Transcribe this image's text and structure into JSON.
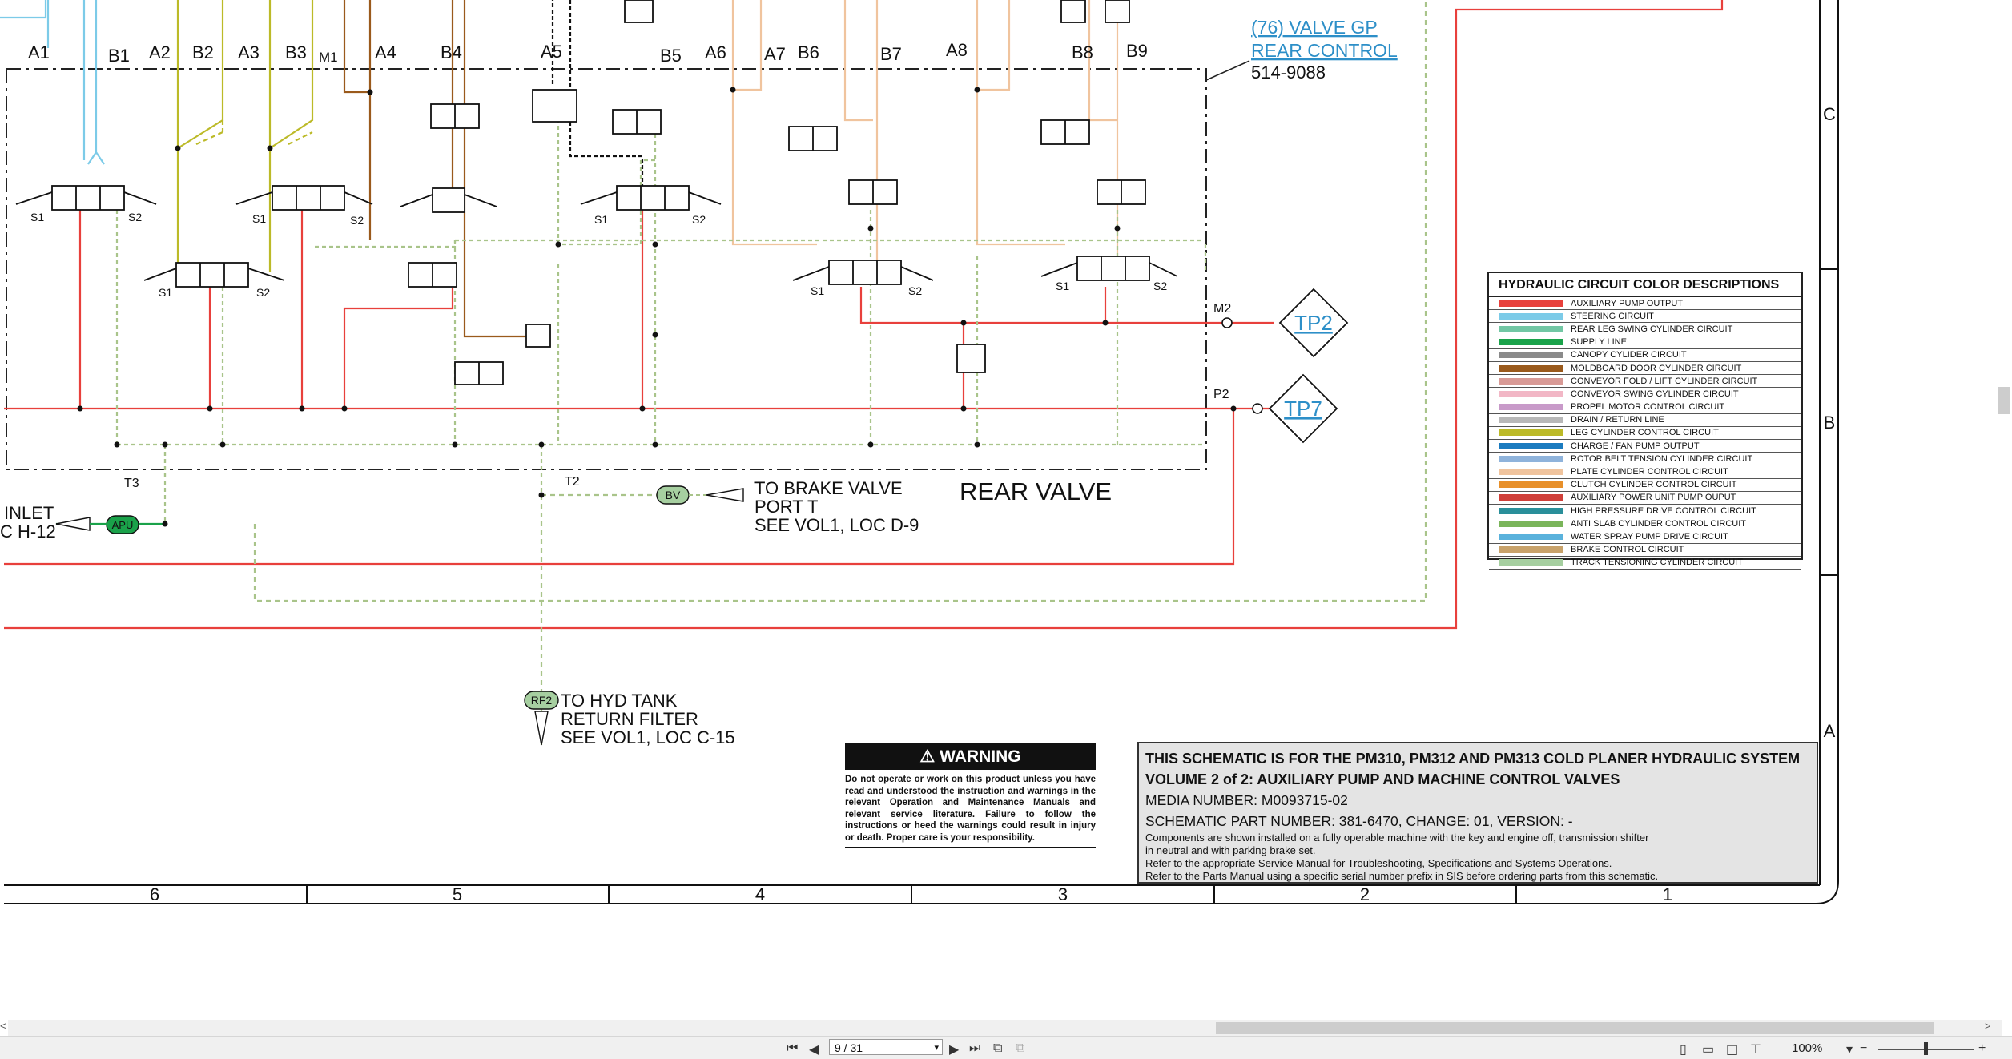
{
  "ports": {
    "a1": "A1",
    "b1": "B1",
    "a2": "A2",
    "b2": "B2",
    "a3": "A3",
    "b3": "B3",
    "m1": "M1",
    "a4": "A4",
    "b4": "B4",
    "a5": "A5",
    "b5": "B5",
    "a6": "A6",
    "a7": "A7",
    "b6": "B6",
    "b7": "B7",
    "a8": "A8",
    "b8": "B8",
    "b9": "B9",
    "m2": "M2",
    "p2": "P2",
    "t3": "T3",
    "t2": "T2"
  },
  "solenoids": {
    "s1": "S1",
    "s2": "S2"
  },
  "valve_group": {
    "line1": "(76) VALVE GP",
    "line2": "REAR CONTROL",
    "part": "514-9088"
  },
  "test_points": {
    "tp2": "TP2",
    "tp7": "TP7"
  },
  "rear_valve_label": "REAR VALVE",
  "brake": {
    "tag": "BV",
    "line1": "TO BRAKE VALVE",
    "line2": "PORT T",
    "line3": "SEE VOL1, LOC D-9"
  },
  "inlet": {
    "tag": "APU",
    "line1": "INLET",
    "line2": "C H-12"
  },
  "hyd_tank": {
    "tag": "RF2",
    "line1": "TO HYD TANK",
    "line2": "RETURN FILTER",
    "line3": "SEE VOL1, LOC C-15"
  },
  "legend": {
    "title": "HYDRAULIC CIRCUIT COLOR DESCRIPTIONS",
    "items": [
      {
        "label": "AUXILIARY PUMP OUTPUT",
        "color": "#e8403c"
      },
      {
        "label": "STEERING CIRCUIT",
        "color": "#7ccbe8"
      },
      {
        "label": "REAR LEG SWING CYLINDER CIRCUIT",
        "color": "#72c7a4"
      },
      {
        "label": "SUPPLY LINE",
        "color": "#1aa24a"
      },
      {
        "label": "CANOPY CYLIDER CIRCUIT",
        "color": "#8a8a8a"
      },
      {
        "label": "MOLDBOARD DOOR CYLINDER CIRCUIT",
        "color": "#9a5a1c"
      },
      {
        "label": "CONVEYOR FOLD / LIFT CYLINDER CIRCUIT",
        "color": "#d89a96"
      },
      {
        "label": "CONVEYOR SWING CYLINDER CIRCUIT",
        "color": "#f2b7c6"
      },
      {
        "label": "PROPEL MOTOR CONTROL CIRCUIT",
        "color": "#c89ac9"
      },
      {
        "label": "DRAIN / RETURN LINE",
        "color": "#b8b8b8"
      },
      {
        "label": "LEG CYLINDER CONTROL CIRCUIT",
        "color": "#bcba28"
      },
      {
        "label": "CHARGE / FAN PUMP OUTPUT",
        "color": "#1b7bbf"
      },
      {
        "label": "ROTOR BELT TENSION CYLINDER CIRCUIT",
        "color": "#8fb3db"
      },
      {
        "label": "PLATE CYLINDER CONTROL CIRCUIT",
        "color": "#f0c49e"
      },
      {
        "label": "CLUTCH CYLINDER CONTROL CIRCUIT",
        "color": "#e8902a"
      },
      {
        "label": "AUXILIARY POWER UNIT PUMP OUPUT",
        "color": "#d0403a"
      },
      {
        "label": "HIGH PRESSURE DRIVE CONTROL CIRCUIT",
        "color": "#2a8f9a"
      },
      {
        "label": "ANTI SLAB CYLINDER CONTROL CIRCUIT",
        "color": "#7ab55a"
      },
      {
        "label": "WATER SPRAY PUMP DRIVE CIRCUIT",
        "color": "#5ab2dc"
      },
      {
        "label": "BRAKE CONTROL CIRCUIT",
        "color": "#c8a26a"
      },
      {
        "label": "TRACK TENSIONING CYLINDER CIRCUIT",
        "color": "#a6cfa0"
      }
    ]
  },
  "warning": {
    "title": "WARNING",
    "body": "Do not operate or work on this product unless you have read and understood the instruction and warnings in the relevant Operation and Maintenance Manuals and relevant service literature. Failure to follow the instructions or heed the warnings could result in injury or death. Proper care is your responsibility."
  },
  "info": {
    "line1": "THIS SCHEMATIC IS FOR THE PM310, PM312 AND PM313 COLD PLANER HYDRAULIC SYSTEM",
    "line2": "VOLUME 2 of 2: AUXILIARY PUMP AND MACHINE CONTROL VALVES",
    "media": "MEDIA NUMBER: M0093715-02",
    "part": "SCHEMATIC PART NUMBER: 381-6470, CHANGE: 01, VERSION: -",
    "note1": "Components are shown installed on a fully operable machine with the key and engine off, transmission shifter",
    "note2": "in neutral and with parking brake set.",
    "note3": "Refer to the appropriate Service Manual for Troubleshooting, Specifications and Systems Operations.",
    "note4": "Refer to the Parts Manual using a specific serial number prefix in SIS before ordering parts from this schematic."
  },
  "zones_bottom": [
    "6",
    "5",
    "4",
    "3",
    "2",
    "1"
  ],
  "zones_right": [
    "C",
    "B",
    "A"
  ],
  "toolbar": {
    "page": "9 / 31",
    "zoom": "100%",
    "scroll_left": "<",
    "zoom_out": "−"
  }
}
